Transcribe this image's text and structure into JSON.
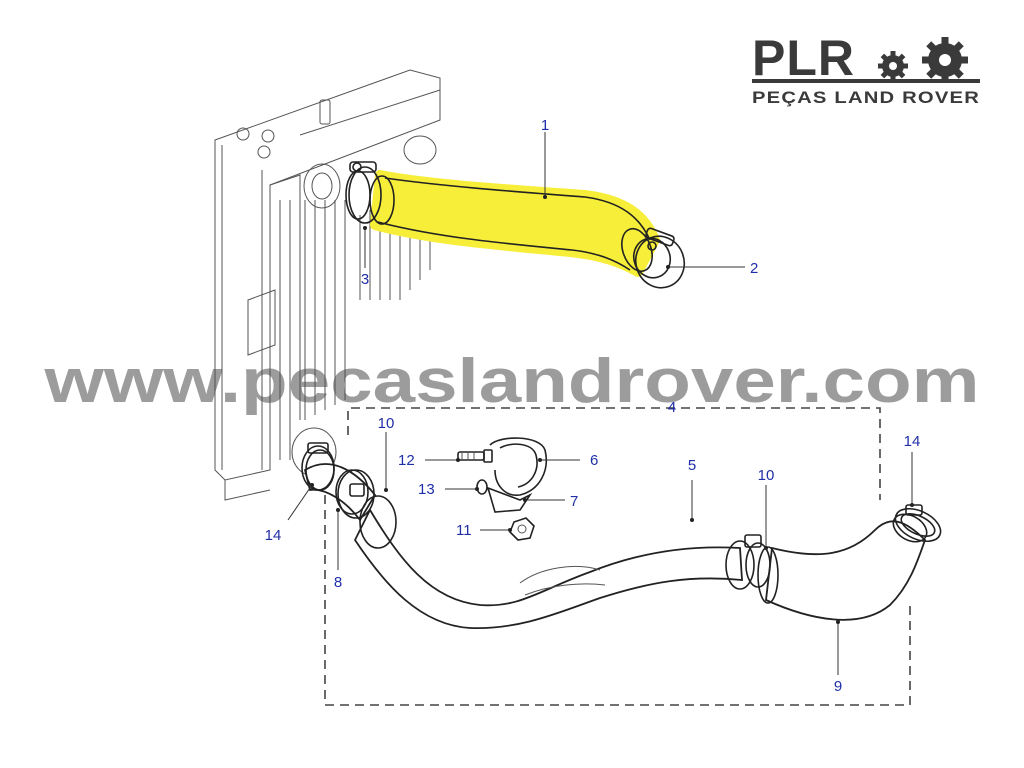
{
  "logo": {
    "brand": "PLR",
    "tagline": "PEÇAS LAND ROVER"
  },
  "watermark": "www.pecaslandrover.com",
  "colors": {
    "highlight": "#f7ee3a",
    "callout": "#1f2fa8",
    "outline": "#222222"
  },
  "callouts": [
    {
      "id": "c1",
      "label": "1"
    },
    {
      "id": "c2",
      "label": "2"
    },
    {
      "id": "c3",
      "label": "3"
    },
    {
      "id": "c4",
      "label": "4"
    },
    {
      "id": "c5",
      "label": "5"
    },
    {
      "id": "c6",
      "label": "6"
    },
    {
      "id": "c7",
      "label": "7"
    },
    {
      "id": "c8",
      "label": "8"
    },
    {
      "id": "c9",
      "label": "9"
    },
    {
      "id": "c10a",
      "label": "10"
    },
    {
      "id": "c10b",
      "label": "10"
    },
    {
      "id": "c11",
      "label": "11"
    },
    {
      "id": "c12",
      "label": "12"
    },
    {
      "id": "c13",
      "label": "13"
    },
    {
      "id": "c14a",
      "label": "14"
    },
    {
      "id": "c14b",
      "label": "14"
    }
  ]
}
